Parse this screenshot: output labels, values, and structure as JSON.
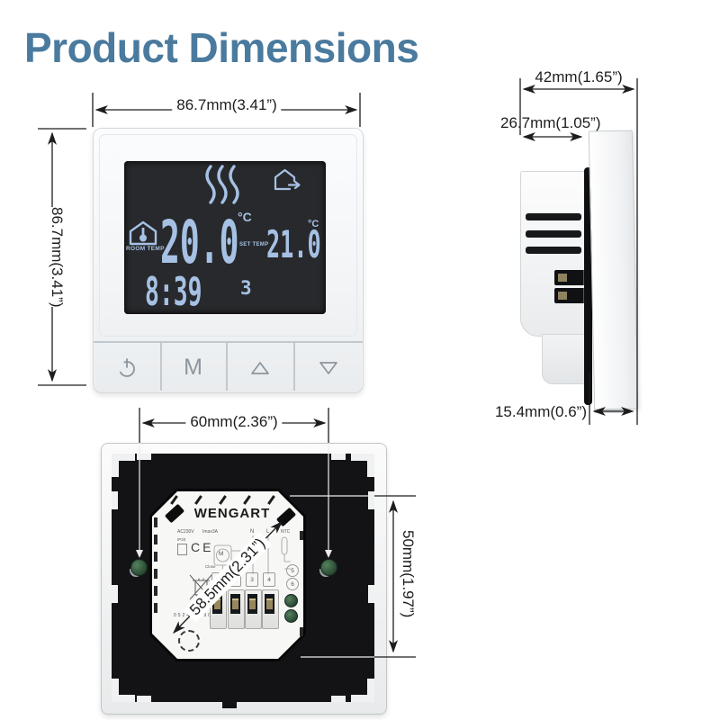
{
  "title": "Product Dimensions",
  "front_view": {
    "width_label": "86.7mm(3.41”)",
    "height_label": "86.7mm(3.41”)",
    "lcd": {
      "room_temp_label": "ROOM TEMP",
      "room_temp_value": "20.0",
      "room_temp_unit": "°C",
      "set_temp_label": "SET TEMP",
      "set_temp_value": "21.0",
      "set_temp_unit": "°C",
      "time": "8:39",
      "weekday": "3"
    },
    "buttons": {
      "mode_label": "M"
    }
  },
  "side_view": {
    "overall_depth_label": "42mm(1.65”)",
    "module_depth_label": "26.7mm(1.05”)",
    "panel_depth_label": "15.4mm(0.6”)"
  },
  "back_view": {
    "screw_spacing_label": "60mm(2.36”)",
    "module_height_label": "50mm(1.97”)",
    "diagonal_label": "58.5mm(2.31”)",
    "brand": "WENGART",
    "voltage": "AC230V",
    "current": "Imax3A",
    "label_n": "N",
    "label_l": "L",
    "label_ntc": "NTC",
    "label_ip": "IP20",
    "label_ce": "CE",
    "label_motor": "M",
    "label_close": "Close",
    "serial": "052439990",
    "terminal_numbers": [
      "1",
      "2",
      "3",
      "4"
    ],
    "terminal_circles": [
      "5",
      "6"
    ]
  }
}
